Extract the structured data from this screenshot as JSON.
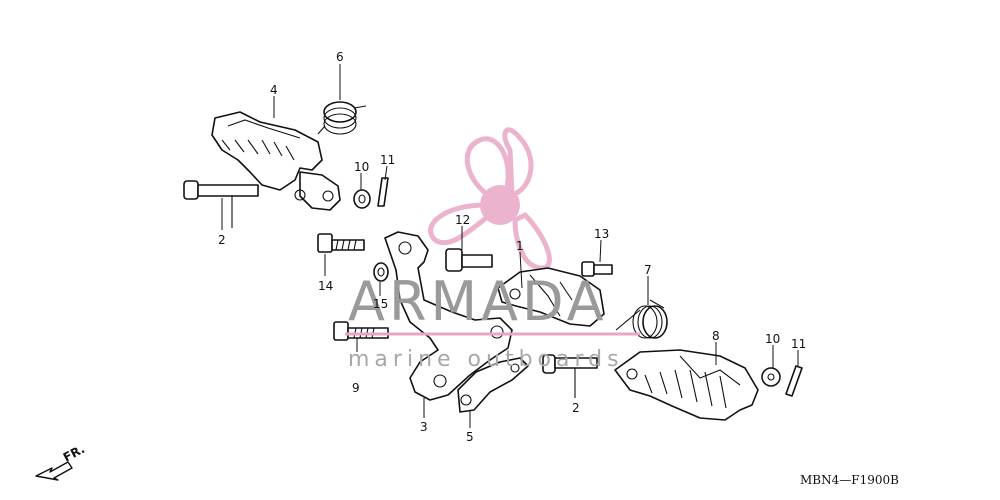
{
  "callouts": [
    {
      "id": "c1",
      "text": "1"
    },
    {
      "id": "c2a",
      "text": "2"
    },
    {
      "id": "c2b",
      "text": "2"
    },
    {
      "id": "c3",
      "text": "3"
    },
    {
      "id": "c4",
      "text": "4"
    },
    {
      "id": "c5",
      "text": "5"
    },
    {
      "id": "c6",
      "text": "6"
    },
    {
      "id": "c7",
      "text": "7"
    },
    {
      "id": "c8",
      "text": "8"
    },
    {
      "id": "c9",
      "text": "9"
    },
    {
      "id": "c10a",
      "text": "10"
    },
    {
      "id": "c10b",
      "text": "10"
    },
    {
      "id": "c11a",
      "text": "11"
    },
    {
      "id": "c11b",
      "text": "11"
    },
    {
      "id": "c12",
      "text": "12"
    },
    {
      "id": "c13",
      "text": "13"
    },
    {
      "id": "c14",
      "text": "14"
    },
    {
      "id": "c15",
      "text": "15"
    }
  ],
  "direction_label": "FR.",
  "diagram_code": "MBN4—F1900B",
  "watermark": {
    "brand": "ARMADA",
    "tagline": "marine outboards",
    "logo_color": "#e8a6c6"
  }
}
